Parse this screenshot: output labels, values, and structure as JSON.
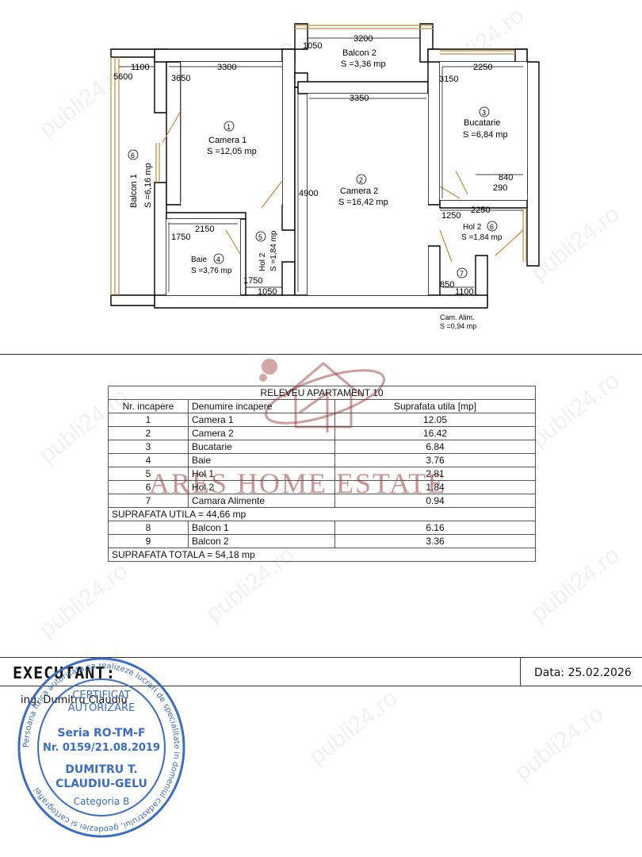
{
  "plan": {
    "dimensions": {
      "d1100": "1100",
      "d5600": "5600",
      "d3300": "3300",
      "d3650": "3650",
      "d1050_top": "1050",
      "d3200": "3200",
      "d3350": "3350",
      "d2250_top": "2250",
      "d3150": "3150",
      "d840": "840",
      "d290": "290",
      "d4900": "4900",
      "d1250": "1250",
      "d2250_mid": "2250",
      "d2150": "2150",
      "d1750_a": "1750",
      "d1750_b": "1750",
      "d1050_bot": "1050",
      "d850": "850",
      "d1100_bot": "1100"
    },
    "rooms": {
      "r1_num": "1",
      "r1_name": "Camera 1",
      "r1_area": "S =12,05 mp",
      "r2_num": "2",
      "r2_name": "Camera 2",
      "r2_area": "S =16,42 mp",
      "r3_num": "3",
      "r3_name": "Bucatarie",
      "r3_area": "S =6,84 mp",
      "r4_num": "4",
      "r4_name": "Baie",
      "r4_area": "S =3,76 mp",
      "r5_num": "5",
      "r5_name": "Hol 2",
      "r5_area": "S =1,84 mp",
      "r6_num": "6",
      "r6_name": "Hol 2",
      "r6_area": "S =1,84 mp",
      "r7_num": "7",
      "r7_name": "Cam. Alim.",
      "r7_area": "S =0,94 mp",
      "b1_num": "6",
      "b1_name": "Balcon 1",
      "b1_area": "S =6,16 mp",
      "b2_name": "Balcon 2",
      "b2_area": "S =3,36 mp"
    }
  },
  "table": {
    "title": "RELEVEU APARTAMENT 10",
    "headers": [
      "Nr. incapere",
      "Denumire incapere",
      "Suprafata utila [mp]"
    ],
    "rows": [
      [
        "1",
        "Camera 1",
        "12.05"
      ],
      [
        "2",
        "Camera 2",
        "16.42"
      ],
      [
        "3",
        "Bucatarie",
        "6.84"
      ],
      [
        "4",
        "Baie",
        "3.76"
      ],
      [
        "5",
        "Hol 1",
        "2.81"
      ],
      [
        "6",
        "Hol 2",
        "1.84"
      ],
      [
        "7",
        "Camara Alimente",
        "0.94"
      ]
    ],
    "useful_total": "SUPRAFATA UTILA = 44,66 mp",
    "balcony_rows": [
      [
        "8",
        "Balcon 1",
        "6.16"
      ],
      [
        "9",
        "Balcon 2",
        "3.36"
      ]
    ],
    "grand_total": "SUPRAFATA TOTALA = 54,18 mp"
  },
  "watermark": {
    "brand": "ARES HOME ESTATE",
    "site": "publi24.ro"
  },
  "footer": {
    "executant_label": "EXECUTANT:",
    "date": "Data: 25.02.2026",
    "engineer": "ing. Dumitru Claudiu"
  },
  "stamp": {
    "line1": "CERTIFICAT",
    "line2": "AUTORIZARE",
    "line3": "Seria RO-TM-F",
    "line4": "Nr. 0159/21.08.2019",
    "line5": "DUMITRU T.",
    "line6": "CLAUDIU-GELU",
    "line7": "Categoria B",
    "ring": "Persoana fizica autorizata sa realizeze lucrari de specialitate in domeniul cadastrului, geodeziei si cartografiei"
  },
  "colors": {
    "wall": "#000000",
    "window": "#c98a3a",
    "stamp": "#3a6cc8",
    "watermark": "#a03c3c"
  }
}
